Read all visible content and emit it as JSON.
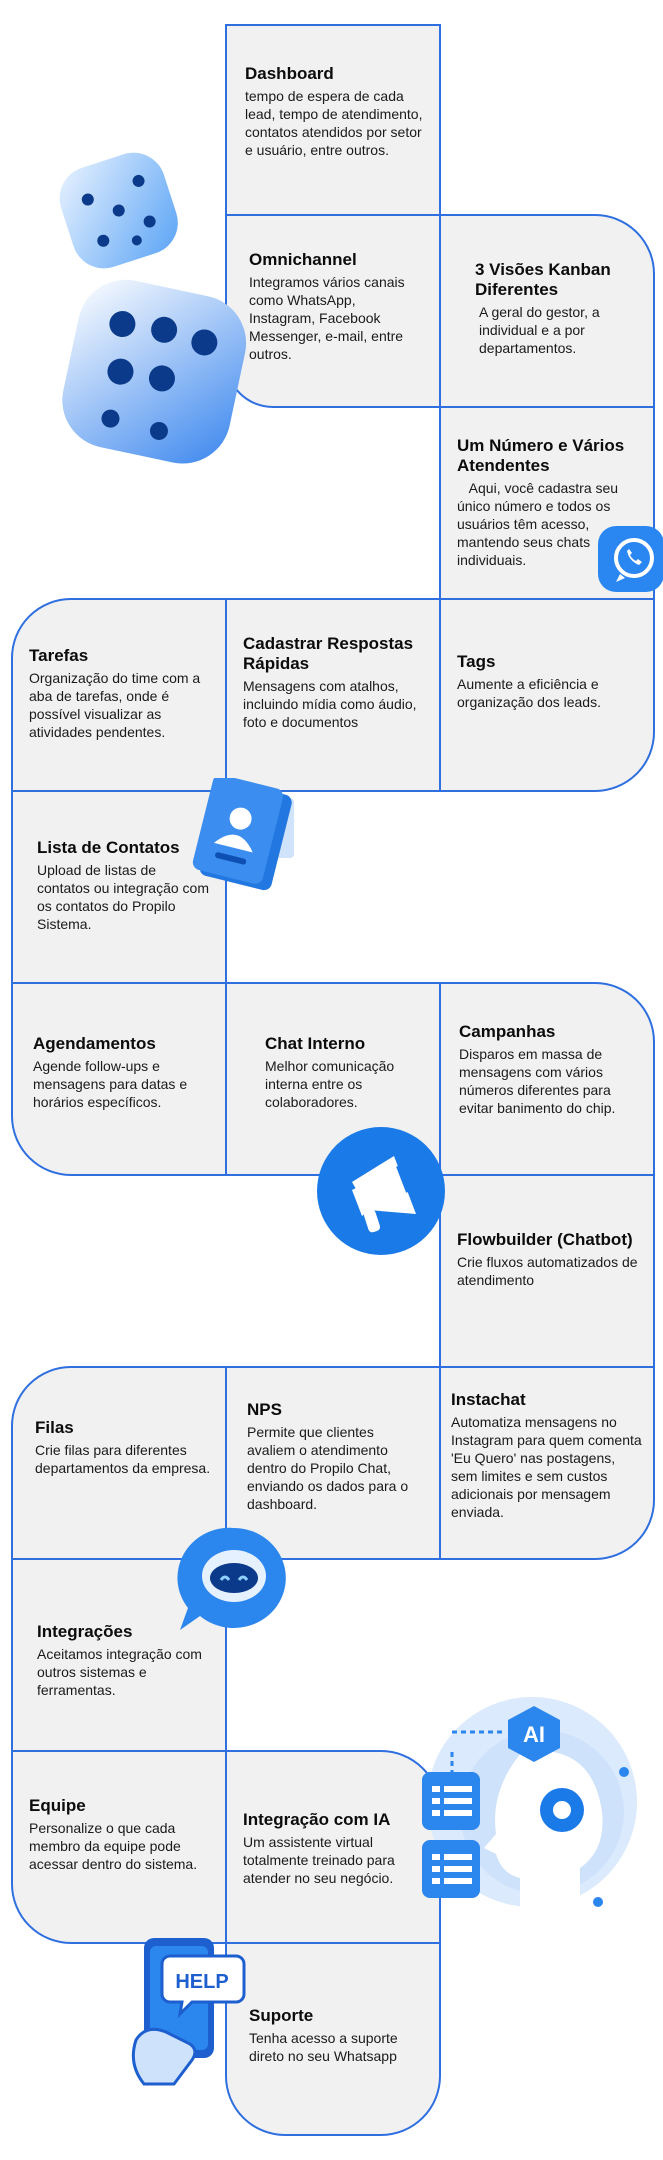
{
  "colors": {
    "border": "#2f6fe0",
    "cell_bg": "#f1f1f1",
    "accent": "#1a7ae8"
  },
  "icons": [
    "dice-icon",
    "whatsapp-icon",
    "contact-book-icon",
    "megaphone-icon",
    "robot-icon",
    "ai-head-icon",
    "help-phone-icon"
  ],
  "cards": {
    "dashboard": {
      "title": "Dashboard",
      "desc": "tempo de espera de cada lead, tempo de atendimento, contatos atendidos por setor e usuário, entre outros."
    },
    "omnichannel": {
      "title": "Omnichannel",
      "desc": "Integramos vários canais como WhatsApp, Instagram, Facebook  Messenger, e-mail, entre outros."
    },
    "kanban": {
      "title": "3 Visões Kanban Diferentes",
      "desc": "A geral do gestor, a individual e a por departamentos."
    },
    "numero": {
      "title": "Um Número e Vários Atendentes",
      "desc": "   Aqui, você cadastra seu único número e todos os usuários têm acesso, mantendo seus chats individuais."
    },
    "tarefas": {
      "title": "Tarefas",
      "desc": "Organização do time com a aba de tarefas, onde é possível visualizar as atividades pendentes."
    },
    "respostas": {
      "title": "Cadastrar Respostas Rápidas",
      "desc": "Mensagens com atalhos, incluindo mídia como áudio, foto e documentos"
    },
    "tags": {
      "title": "Tags",
      "desc": "Aumente a eficiência e organização dos leads."
    },
    "contatos": {
      "title": "Lista de Contatos",
      "desc": "Upload de listas de contatos ou integração com os contatos do Propilo Sistema."
    },
    "agendamentos": {
      "title": "Agendamentos",
      "desc": "Agende follow-ups e mensagens para datas e horários específicos."
    },
    "chat_interno": {
      "title": "Chat Interno",
      "desc": "Melhor comunicação interna entre os colaboradores."
    },
    "campanhas": {
      "title": "Campanhas",
      "desc": "Disparos em massa de mensagens com vários números diferentes para evitar banimento do chip."
    },
    "flowbuilder": {
      "title": "Flowbuilder (Chatbot)",
      "desc": "Crie fluxos automatizados de atendimento"
    },
    "filas": {
      "title": "Filas",
      "desc": "Crie filas para diferentes departamentos da empresa."
    },
    "nps": {
      "title": "NPS",
      "desc": "Permite que clientes avaliem o atendimento dentro do Propilo Chat, enviando os dados para o dashboard."
    },
    "instachat": {
      "title": "Instachat",
      "desc": "Automatiza mensagens no Instagram para quem comenta 'Eu Quero' nas postagens, sem limites e sem custos adicionais por mensagem enviada."
    },
    "integracoes": {
      "title": "Integrações",
      "desc": "Aceitamos integração com outros sistemas e ferramentas."
    },
    "equipe": {
      "title": "Equipe",
      "desc": "Personalize o que cada membro da equipe pode acessar dentro do sistema."
    },
    "ia": {
      "title": "Integração com IA",
      "desc": "Um assistente virtual totalmente treinado para atender no seu negócio."
    },
    "suporte": {
      "title": "Suporte",
      "desc": "Tenha acesso a suporte direto no seu Whatsapp"
    }
  },
  "labels": {
    "ai_badge": "AI",
    "help_badge": "HELP"
  }
}
